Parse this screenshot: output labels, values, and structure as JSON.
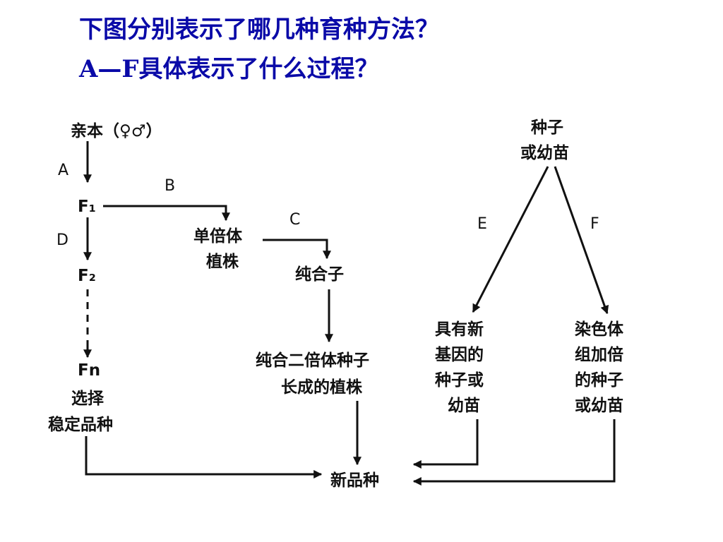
{
  "title": {
    "line1": "下图分别表示了哪几种育种方法？",
    "line2": "A—F具体表示了什么过程？"
  },
  "diagram": {
    "parents": "亲本（♀♂）",
    "f1": "F₁",
    "f2": "F₂",
    "fn": "Fn",
    "select_1": "选择",
    "select_2": "稳定品种",
    "haploid_1": "单倍体",
    "haploid_2": "植株",
    "pure": "纯合子",
    "diploid_1": "纯合二倍体种子",
    "diploid_2": "长成的植株",
    "seed_1": "种子",
    "seed_2": "或幼苗",
    "mut_1": "具有新",
    "mut_2": "基因的",
    "mut_3": "种子或",
    "mut_4": "幼苗",
    "poly_1": "染色体",
    "poly_2": "组加倍",
    "poly_3": "的种子",
    "poly_4": "或幼苗",
    "new_variety": "新品种",
    "label_a": "A",
    "label_b": "B",
    "label_c": "C",
    "label_d": "D",
    "label_e": "E",
    "label_f": "F"
  }
}
